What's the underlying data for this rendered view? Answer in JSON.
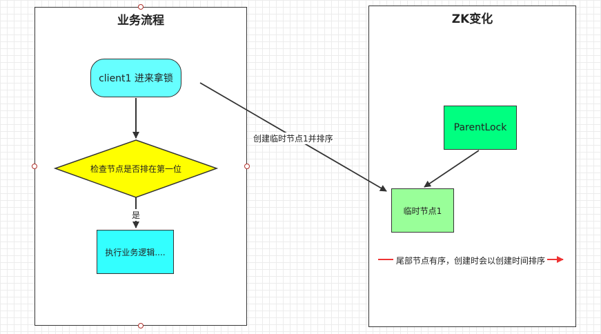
{
  "panels": {
    "left_title": "业务流程",
    "right_title": "ZK变化"
  },
  "nodes": {
    "client": "client1 进来拿锁",
    "check": "检查节点是否排在第一位",
    "execute": "执行业务逻辑....",
    "parent_lock": "ParentLock",
    "temp_node": "临时节点1"
  },
  "edges": {
    "yes_label": "是",
    "create_label": "创建临时节点1并排序"
  },
  "note": "尾部节点有序，创建时会以创建时间排序",
  "colors": {
    "client_fill": "#66ffff",
    "diamond_fill": "#ffff00",
    "execute_fill": "#33ffff",
    "parent_fill": "#00ff80",
    "temp_fill": "#99ff99",
    "note_arrow": "#ee3333"
  }
}
